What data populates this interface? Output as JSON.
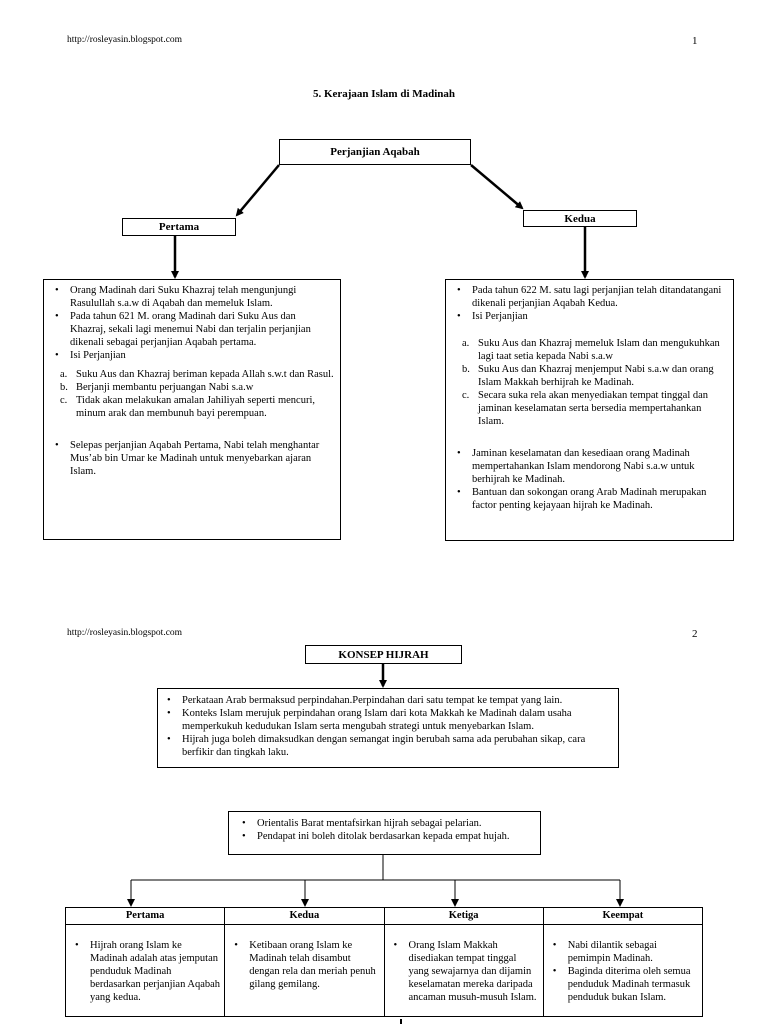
{
  "page1": {
    "url": "http://rosleyasin.blogspot.com",
    "page_number": "1",
    "title": "5. Kerajaan Islam di Madinah",
    "root": "Perjanjian Aqabah",
    "left_label": "Pertama",
    "right_label": "Kedua",
    "left_box": {
      "bullet1": "Orang Madinah dari Suku Khazraj telah mengunjungi Rasulullah s.a.w di Aqabah dan memeluk Islam.",
      "bullet2": "Pada tahun 621 M. orang Madinah dari Suku Aus dan Khazraj, sekali lagi menemui Nabi dan terjalin perjanjian dikenali sebagai perjanjian Aqabah pertama.",
      "bullet3": "Isi Perjanjian",
      "items": [
        {
          "letter": "a.",
          "text": "Suku Aus dan Khazraj beriman kepada Allah s.w.t dan Rasul."
        },
        {
          "letter": "b.",
          "text": "Berjanji membantu perjuangan Nabi s.a.w"
        },
        {
          "letter": "c.",
          "text": "Tidak akan melakukan amalan Jahiliyah seperti mencuri, minum arak dan membunuh bayi perempuan."
        }
      ],
      "bullet4": "Selepas perjanjian Aqabah Pertama, Nabi telah menghantar Mus’ab bin Umar ke Madinah untuk menyebarkan ajaran Islam."
    },
    "right_box": {
      "bullet1": "Pada tahun 622 M. satu lagi perjanjian telah ditandatangani dikenali perjanjian Aqabah Kedua.",
      "bullet2": "Isi Perjanjian",
      "items": [
        {
          "letter": "a.",
          "text": "Suku Aus dan Khazraj memeluk Islam dan mengukuhkan lagi taat setia kepada Nabi s.a.w"
        },
        {
          "letter": "b.",
          "text": "Suku Aus dan Khazraj menjemput Nabi s.a.w dan orang Islam Makkah berhijrah ke Madinah."
        },
        {
          "letter": "c.",
          "text": "Secara suka rela akan menyediakan tempat tinggal dan jaminan keselamatan serta bersedia mempertahankan Islam."
        }
      ],
      "bullet3": "Jaminan keselamatan dan kesediaan orang Madinah mempertahankan Islam mendorong Nabi s.a.w untuk berhijrah ke Madinah.",
      "bullet4": "Bantuan dan sokongan orang Arab Madinah merupakan factor penting kejayaan hijrah ke Madinah."
    }
  },
  "page2": {
    "url": "http://rosleyasin.blogspot.com",
    "page_number": "2",
    "root": "KONSEP HIJRAH",
    "definition": [
      "Perkataan Arab bermaksud perpindahan.Perpindahan dari satu tempat ke tempat yang lain.",
      "Konteks Islam merujuk perpindahan orang Islam dari kota Makkah ke Madinah dalam usaha memperkukuh kedudukan Islam serta mengubah strategi untuk menyebarkan Islam.",
      "Hijrah juga boleh dimaksudkan dengan semangat ingin berubah sama ada perubahan sikap, cara berfikir dan tingkah laku."
    ],
    "orientalis": [
      "Orientalis Barat mentafsirkan hijrah sebagai pelarian.",
      "Pendapat ini boleh ditolak berdasarkan kepada empat hujah."
    ],
    "columns": [
      {
        "header": "Pertama",
        "items": [
          "Hijrah orang Islam ke Madinah adalah atas jemputan penduduk Madinah berdasarkan perjanjian Aqabah yang kedua."
        ]
      },
      {
        "header": "Kedua",
        "items": [
          "Ketibaan orang Islam ke Madinah telah disambut dengan rela dan meriah penuh gilang gemilang."
        ]
      },
      {
        "header": "Ketiga",
        "items": [
          "Orang Islam Makkah disediakan tempat tinggal yang sewajarnya dan dijamin keselamatan mereka daripada ancaman musuh-musuh Islam."
        ]
      },
      {
        "header": "Keempat",
        "items": [
          "Nabi dilantik sebagai pemimpin Madinah.",
          "Baginda diterima oleh semua penduduk Madinah termasuk penduduk bukan Islam."
        ]
      }
    ]
  }
}
